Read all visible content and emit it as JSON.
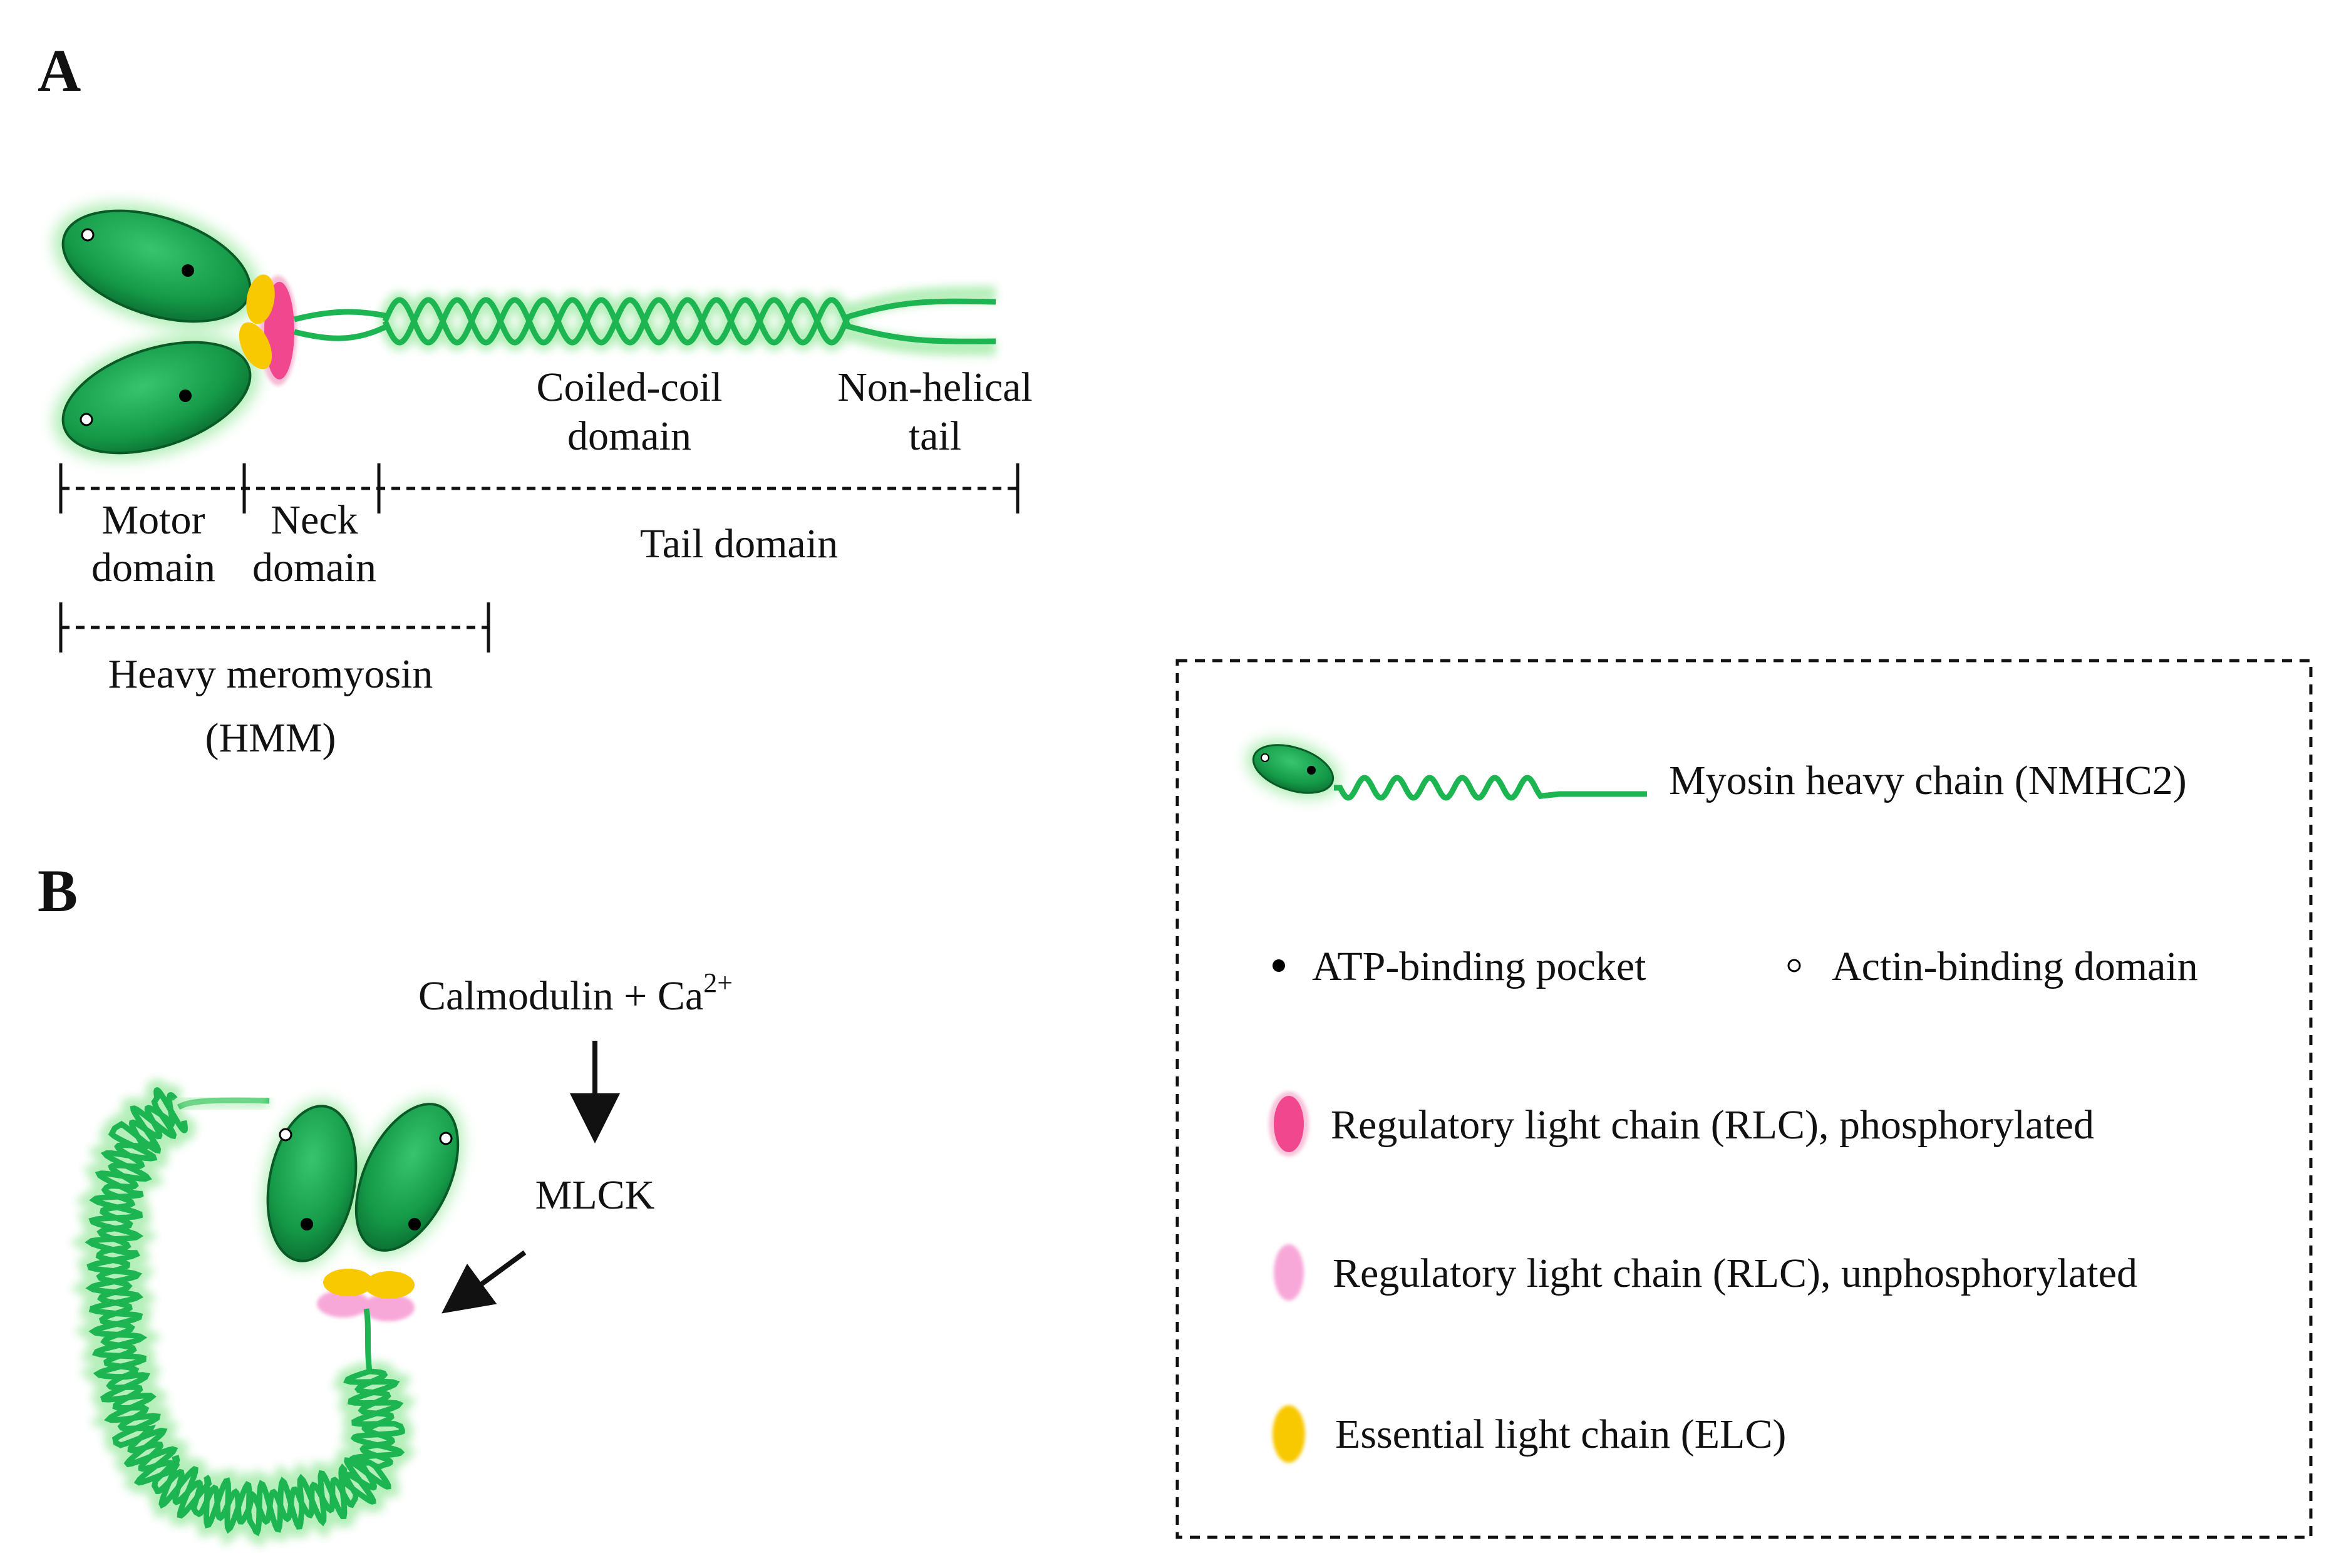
{
  "panels": {
    "a": {
      "letter": "A"
    },
    "b": {
      "letter": "B"
    }
  },
  "panel_a": {
    "coiled_coil": [
      "Coiled-coil",
      "domain"
    ],
    "nonhelical": [
      "Non-helical",
      "tail"
    ],
    "motor": [
      "Motor",
      "domain"
    ],
    "neck": [
      "Neck",
      "domain"
    ],
    "tail_domain": "Tail domain",
    "hmm": [
      "Heavy meromyosin",
      "(HMM)"
    ]
  },
  "panel_b": {
    "calmodulin": "Calmodulin + Ca",
    "calmodulin_sup": "2+",
    "mlck": "MLCK"
  },
  "legend": {
    "heavy_chain": "Myosin heavy chain (NMHC2)",
    "atp": "ATP-binding pocket",
    "actin": "Actin-binding domain",
    "rlc_p": "Regulatory light chain (RLC), phosphorylated",
    "rlc_u": "Regulatory light chain (RLC), unphosphorylated",
    "elc": "Essential light chain (ELC)"
  },
  "colors": {
    "heavy_chain": "#1faa55",
    "heavy_chain_dark": "#0a6e30",
    "glow": "#9fe8a0",
    "rlc_phosphorylated": "#f0478f",
    "rlc_unphosphorylated": "#f7a8d8",
    "elc": "#f8c800",
    "lines": "#111111"
  }
}
